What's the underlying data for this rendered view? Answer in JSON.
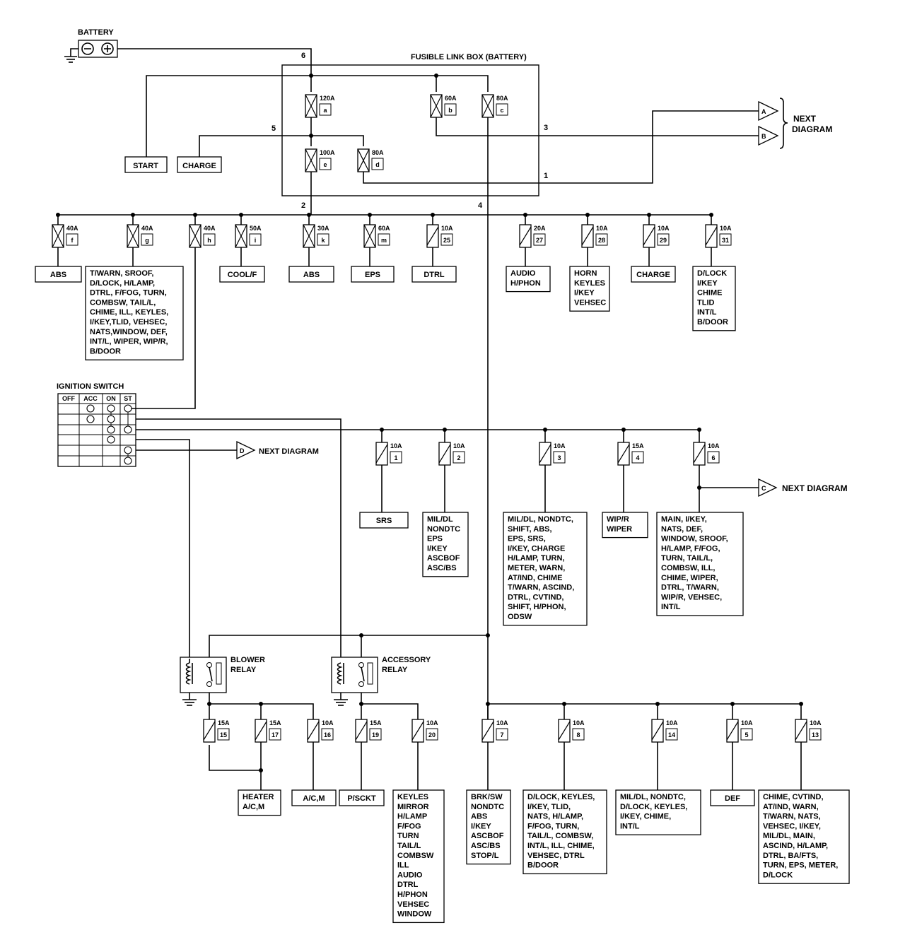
{
  "battery": {
    "label": "BATTERY"
  },
  "fusible_link_box": {
    "title": "FUSIBLE LINK BOX (BATTERY)",
    "links": [
      {
        "rating": "120A",
        "id": "a"
      },
      {
        "rating": "60A",
        "id": "b"
      },
      {
        "rating": "80A",
        "id": "c"
      },
      {
        "rating": "100A",
        "id": "e"
      },
      {
        "rating": "80A",
        "id": "d"
      }
    ]
  },
  "wire_numbers": {
    "n6": "6",
    "n5": "5",
    "n3": "3",
    "n1": "1",
    "n2": "2",
    "n4": "4"
  },
  "top_loads": {
    "start": "START",
    "charge": "CHARGE"
  },
  "next_diagram": {
    "arrow_a": "A",
    "arrow_b": "B",
    "arrow_c": "C",
    "arrow_d": "D",
    "label_ab": [
      "NEXT",
      "DIAGRAM"
    ],
    "label_c": "NEXT DIAGRAM",
    "label_d": "NEXT DIAGRAM"
  },
  "row1": [
    {
      "rating": "40A",
      "id": "f",
      "lines": [
        "ABS"
      ]
    },
    {
      "rating": "40A",
      "id": "g",
      "lines": [
        "T/WARN, SROOF,",
        "D/LOCK, H/LAMP,",
        "DTRL, F/FOG, TURN,",
        "COMBSW, TAIL/L,",
        "CHIME, ILL, KEYLES,",
        "I/KEY,TLID, VEHSEC,",
        "NATS,WINDOW, DEF,",
        "INT/L, WIPER, WIP/R,",
        "B/DOOR"
      ]
    },
    {
      "rating": "40A",
      "id": "h",
      "lines": []
    },
    {
      "rating": "50A",
      "id": "i",
      "lines": [
        "COOL/F"
      ]
    },
    {
      "rating": "30A",
      "id": "k",
      "lines": [
        "ABS"
      ]
    },
    {
      "rating": "60A",
      "id": "m",
      "lines": [
        "EPS"
      ]
    },
    {
      "rating": "10A",
      "id": "25",
      "lines": [
        "DTRL"
      ]
    },
    {
      "rating": "20A",
      "id": "27",
      "lines": [
        "AUDIO",
        "H/PHON"
      ]
    },
    {
      "rating": "10A",
      "id": "28",
      "lines": [
        "HORN",
        "KEYLES",
        "I/KEY",
        "VEHSEC"
      ]
    },
    {
      "rating": "10A",
      "id": "29",
      "lines": [
        "CHARGE"
      ]
    },
    {
      "rating": "10A",
      "id": "31",
      "lines": [
        "D/LOCK",
        "I/KEY",
        "CHIME",
        "TLID",
        "INT/L",
        "B/DOOR"
      ]
    }
  ],
  "ignition_switch": {
    "title": "IGNITION SWITCH",
    "headers": [
      "OFF",
      "ACC",
      "ON",
      "ST"
    ]
  },
  "row2": [
    {
      "rating": "10A",
      "id": "1",
      "lines": [
        "SRS"
      ]
    },
    {
      "rating": "10A",
      "id": "2",
      "lines": [
        "MIL/DL",
        "NONDTC",
        "EPS",
        "I/KEY",
        "ASCBOF",
        "ASC/BS"
      ]
    },
    {
      "rating": "10A",
      "id": "3",
      "lines": [
        "MIL/DL, NONDTC,",
        "SHIFT, ABS,",
        "EPS, SRS,",
        "I/KEY, CHARGE",
        "H/LAMP, TURN,",
        "METER, WARN,",
        "AT/IND, CHIME",
        "T/WARN, ASCIND,",
        "DTRL, CVTIND,",
        "SHIFT, H/PHON,",
        "ODSW"
      ]
    },
    {
      "rating": "15A",
      "id": "4",
      "lines": [
        "WIP/R",
        "WIPER"
      ]
    },
    {
      "rating": "10A",
      "id": "6",
      "lines": [
        "MAIN, I/KEY,",
        "NATS, DEF,",
        "WINDOW, SROOF,",
        "H/LAMP, F/FOG,",
        "TURN, TAIL/L,",
        "COMBSW, ILL,",
        "CHIME, WIPER,",
        "DTRL, T/WARN,",
        "WIP/R, VEHSEC,",
        "INT/L"
      ]
    }
  ],
  "relays": {
    "blower": [
      "BLOWER",
      "RELAY"
    ],
    "accessory": [
      "ACCESSORY",
      "RELAY"
    ]
  },
  "row3": [
    {
      "rating": "15A",
      "id": "15",
      "lines": [
        "HEATER",
        "A/C,M"
      ]
    },
    {
      "rating": "15A",
      "id": "17",
      "lines": []
    },
    {
      "rating": "10A",
      "id": "16",
      "lines": [
        "A/C,M"
      ]
    },
    {
      "rating": "15A",
      "id": "19",
      "lines": [
        "P/SCKT"
      ]
    },
    {
      "rating": "10A",
      "id": "20",
      "lines": [
        "KEYLES",
        "MIRROR",
        "H/LAMP",
        "F/FOG",
        "TURN",
        "TAIL/L",
        "COMBSW",
        "ILL",
        "AUDIO",
        "DTRL",
        "H/PHON",
        "VEHSEC",
        "WINDOW"
      ]
    },
    {
      "rating": "10A",
      "id": "7",
      "lines": [
        "BRK/SW",
        "NONDTC",
        "ABS",
        "I/KEY",
        "ASCBOF",
        "ASC/BS",
        "STOP/L"
      ]
    },
    {
      "rating": "10A",
      "id": "8",
      "lines": [
        "D/LOCK, KEYLES,",
        "I/KEY, TLID,",
        "NATS, H/LAMP,",
        "F/FOG, TURN,",
        "TAIL/L, COMBSW,",
        "INT/L, ILL, CHIME,",
        "VEHSEC, DTRL",
        "B/DOOR"
      ]
    },
    {
      "rating": "10A",
      "id": "14",
      "lines": [
        "MIL/DL, NONDTC,",
        "D/LOCK, KEYLES,",
        "I/KEY, CHIME,",
        "INT/L"
      ]
    },
    {
      "rating": "10A",
      "id": "5",
      "lines": [
        "DEF"
      ]
    },
    {
      "rating": "10A",
      "id": "13",
      "lines": [
        "CHIME, CVTIND,",
        "AT/IND, WARN,",
        "T/WARN, NATS,",
        "VEHSEC, I/KEY,",
        "MIL/DL, MAIN,",
        "ASCIND, H/LAMP,",
        "DTRL, BA/FTS,",
        "TURN, EPS, METER,",
        "D/LOCK"
      ]
    }
  ]
}
